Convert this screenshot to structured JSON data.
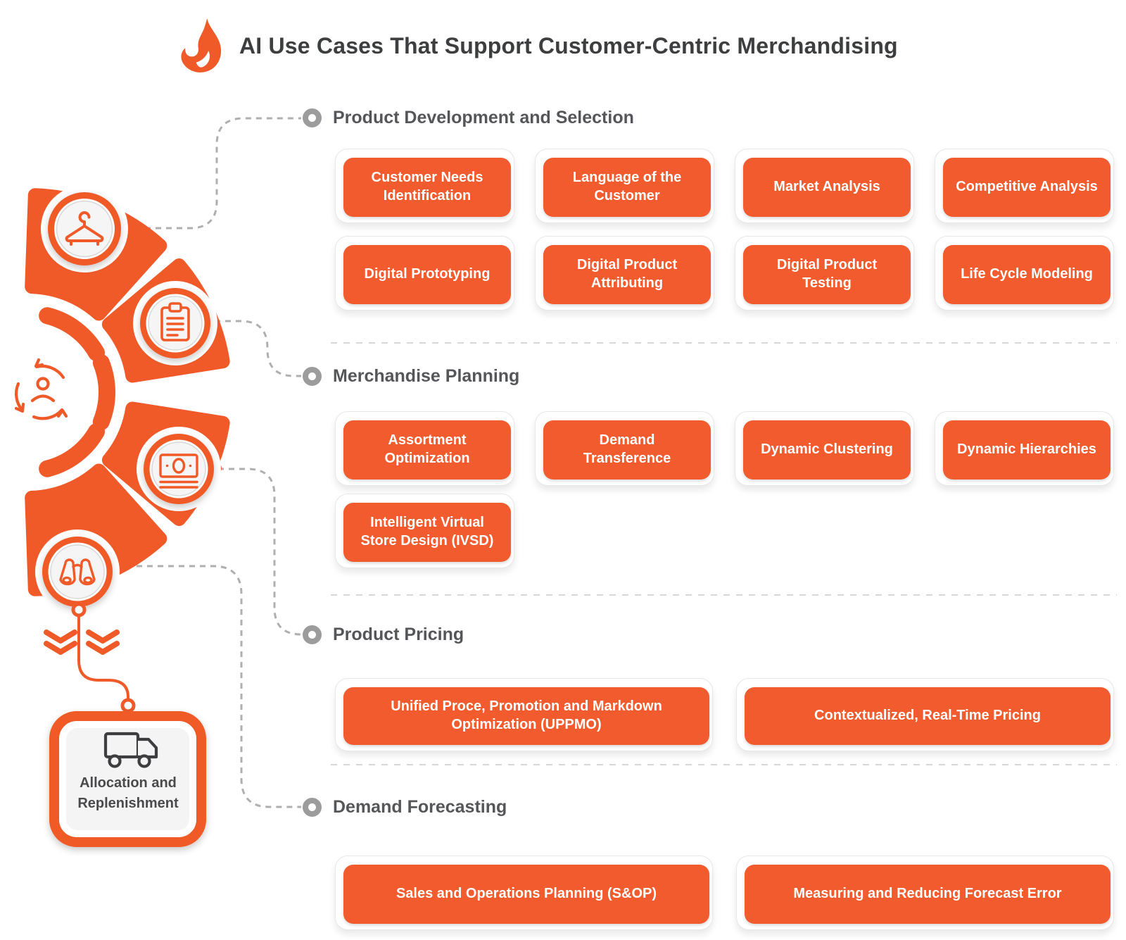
{
  "title": "AI Use Cases That Support Customer-Centric Merchandising",
  "palette": {
    "accent": "#F05A28",
    "button_fill": "#F15B2D",
    "title_text": "#3D3E40",
    "section_text": "#55565A",
    "connector_gray": "#AFAFAF",
    "panel_gray": "#F4F4F5"
  },
  "diagram": {
    "hub_icons": [
      "hanger-icon",
      "clipboard-icon",
      "money-icon",
      "binoculars-icon"
    ],
    "center_icon": "customer-cycle-icon",
    "allocation_box": {
      "icon": "truck-icon",
      "label": "Allocation and Replenishment"
    }
  },
  "sections": [
    {
      "label": "Product Development and Selection",
      "items": [
        "Customer Needs Identification",
        "Language of the Customer",
        "Market Analysis",
        "Competitive Analysis",
        "Digital Prototyping",
        "Digital Product Attributing",
        "Digital Product Testing",
        "Life Cycle Modeling"
      ]
    },
    {
      "label": "Merchandise Planning",
      "items": [
        "Assortment Optimization",
        "Demand Transference",
        "Dynamic Clustering",
        "Dynamic Hierarchies",
        "Intelligent Virtual Store Design (IVSD)"
      ]
    },
    {
      "label": "Product Pricing",
      "items": [
        "Unified Proce, Promotion and Markdown Optimization (UPPMO)",
        "Contextualized, Real-Time Pricing"
      ]
    },
    {
      "label": "Demand Forecasting",
      "items": [
        "Sales and Operations Planning (S&OP)",
        "Measuring and Reducing Forecast Error"
      ]
    }
  ]
}
